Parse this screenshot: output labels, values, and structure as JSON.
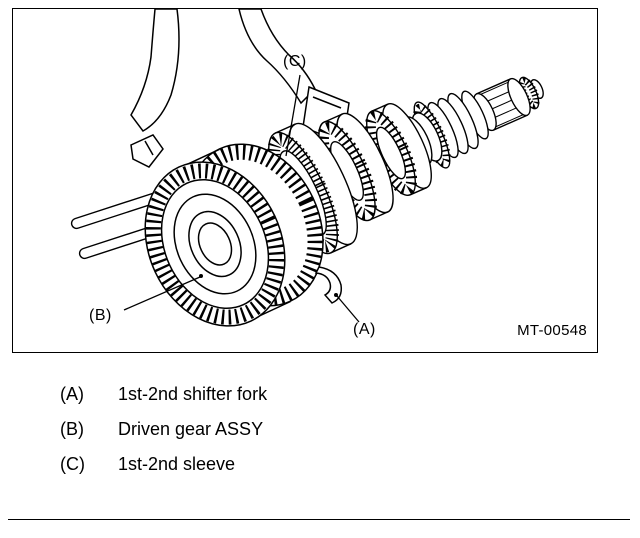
{
  "figure": {
    "code": "MT-00548",
    "callouts": {
      "a": "(A)",
      "b": "(B)",
      "c": "(C)"
    }
  },
  "legend": {
    "items": [
      {
        "key": "(A)",
        "label": "1st-2nd shifter fork"
      },
      {
        "key": "(B)",
        "label": "Driven gear ASSY"
      },
      {
        "key": "(C)",
        "label": "1st-2nd sleeve"
      }
    ]
  }
}
